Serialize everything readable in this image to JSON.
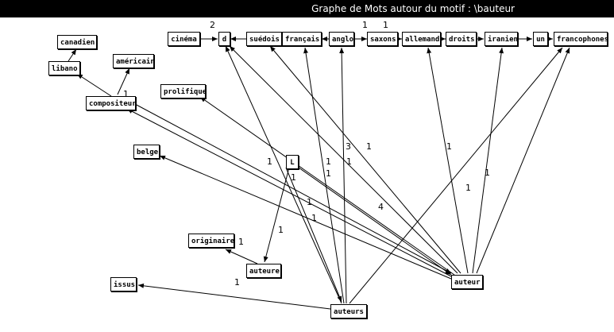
{
  "window": {
    "title": "Graphe de Mots autour du motif : \\bauteur"
  },
  "nodes": {
    "cinema": "cinéma",
    "d": "d",
    "suedois": "suédois",
    "francais": "français",
    "anglo": "anglo",
    "saxons": "saxons",
    "allemand": "allemand",
    "droits": "droits",
    "iranien": "iranien",
    "un": "un",
    "francophones": "francophones",
    "canadien": "canadien",
    "americain": "américain",
    "libano": "libano",
    "compositeur": "compositeur",
    "prolifique": "prolifique",
    "belge": "belge",
    "L": "L",
    "originaire": "originaire",
    "auteure": "auteure",
    "issus": "issus",
    "auteur": "auteur",
    "auteurs": "auteurs"
  },
  "edge_labels": {
    "lbl_2": "2",
    "lbl_1a": "1",
    "lbl_1b": "1",
    "lbl_1c": "1",
    "lbl_1d": "1",
    "lbl_3": "3",
    "lbl_1e": "1",
    "lbl_1f": "1",
    "lbl_1g": "1",
    "lbl_1h": "1",
    "lbl_1i": "1",
    "lbl_1j": "1",
    "lbl_1k": "1",
    "lbl_1l": "1",
    "lbl_1m": "1",
    "lbl_4": "4",
    "lbl_1n": "1",
    "lbl_1o": "1",
    "lbl_1p": "1",
    "lbl_1q": "1"
  }
}
